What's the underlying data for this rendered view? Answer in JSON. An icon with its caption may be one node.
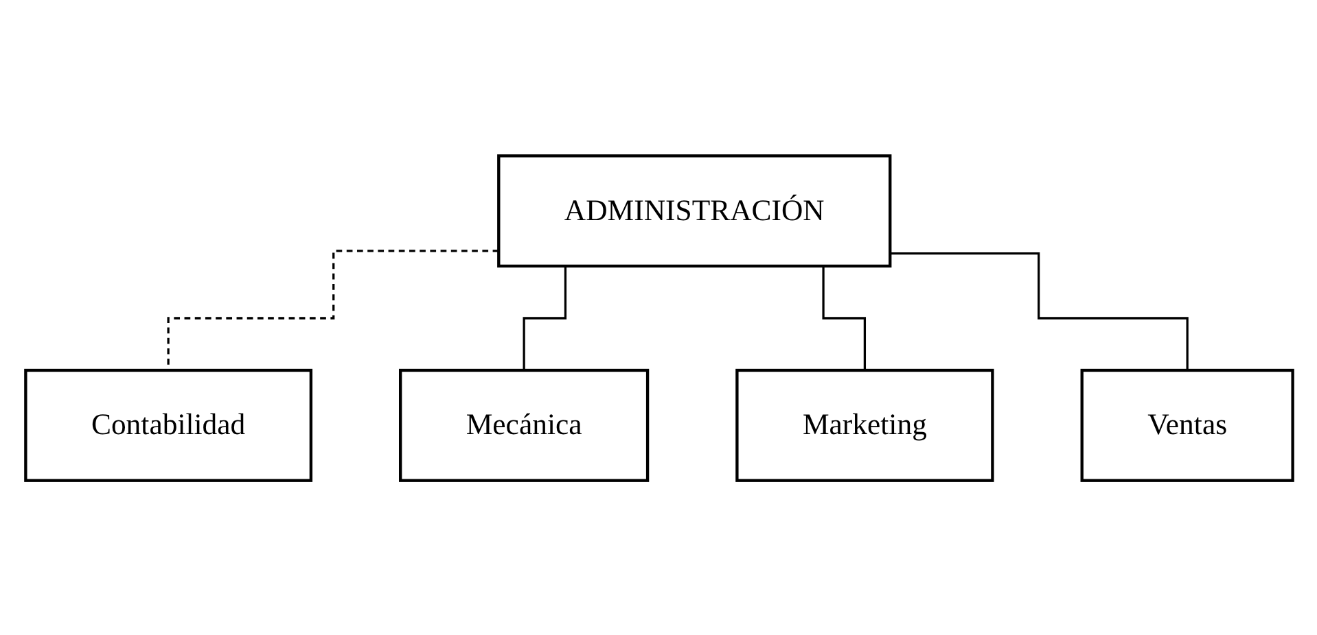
{
  "diagram": {
    "nodes": [
      {
        "text": [
          "ADMINISTRACIÓN"
        ]
      },
      {
        "text": [
          "Contabilidad"
        ]
      },
      {
        "text": [
          "Mecánica"
        ]
      },
      {
        "text": [
          "Marketing"
        ]
      },
      {
        "text": [
          "Ventas"
        ]
      }
    ],
    "edges": [
      {
        "from": 0,
        "to": 1,
        "arrow": "none",
        "style": "dashed"
      },
      {
        "from": 0,
        "to": 2,
        "arrow": "none"
      },
      {
        "from": 0,
        "to": 3,
        "arrow": "none"
      },
      {
        "from": 0,
        "to": 4,
        "arrow": "none"
      }
    ]
  }
}
